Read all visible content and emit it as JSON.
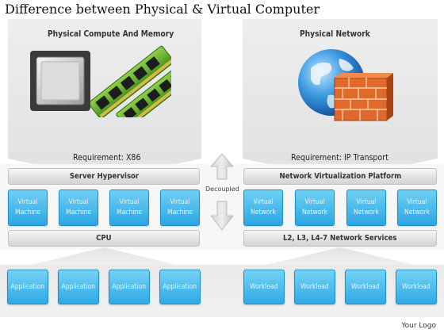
{
  "title": "Difference between Physical & Virtual Computer",
  "left": {
    "heading": "Physical Compute And Memory",
    "requirement": "Requirement: X86",
    "top_bar": "Server Hypervisor",
    "tiles": [
      "Virtual Machine",
      "Virtual Machine",
      "Virtual Machine",
      "Virtual Machine"
    ],
    "middle_bar": "CPU",
    "bottom_tiles": [
      "Application",
      "Application",
      "Application",
      "Application"
    ]
  },
  "right": {
    "heading": "Physical Network",
    "requirement": "Requirement: IP Transport",
    "top_bar": "Network Virtualization Platform",
    "tiles": [
      "Virtual Network",
      "Virtual Network",
      "Virtual Network",
      "Virtual Network"
    ],
    "middle_bar": "L2, L3, L4-7 Network Services",
    "bottom_tiles": [
      "Workload",
      "Workload",
      "Workload",
      "Workload"
    ]
  },
  "center_label": "Decoupled",
  "footer_logo": "Your Logo",
  "icons": {
    "left": [
      "cpu-chip-icon",
      "memory-module-icon"
    ],
    "right": [
      "globe-icon",
      "firewall-brick-wall-icon"
    ],
    "center": "up-down-arrow-icon"
  },
  "colors": {
    "tile_blue": "#2aa6e2",
    "tile_text": "#e9f7ff",
    "ram_green": "#5aa61f",
    "brick_orange": "#e06a2c"
  }
}
